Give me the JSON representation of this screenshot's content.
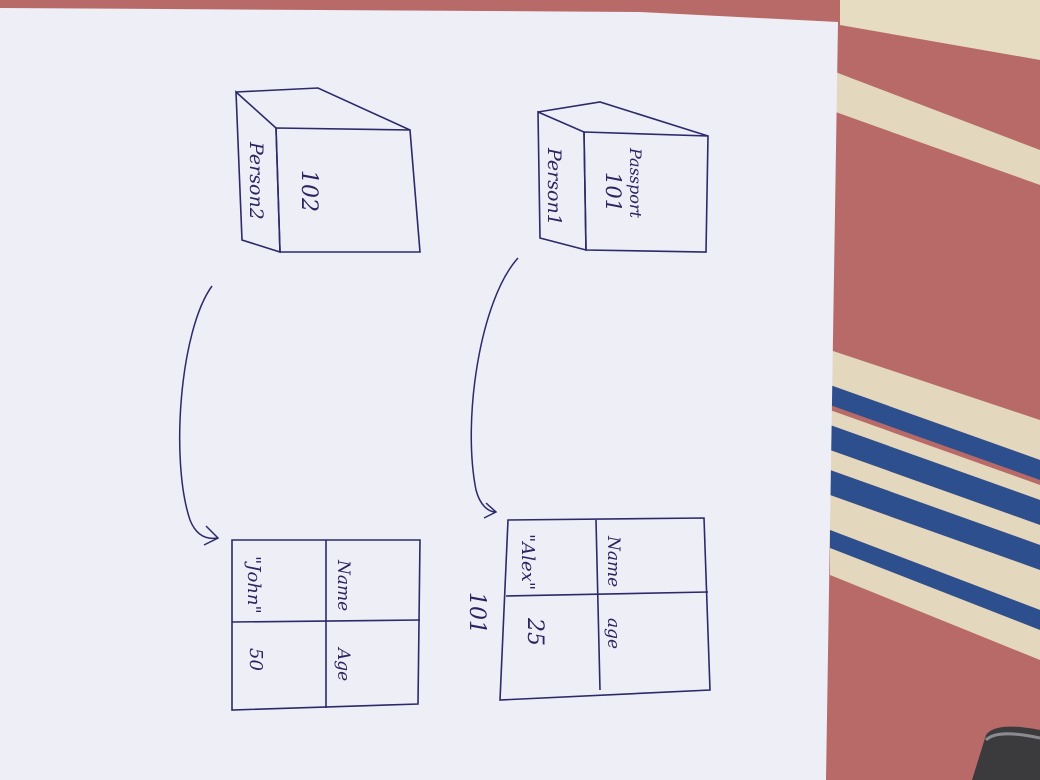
{
  "colors": {
    "ink": "#2b2a6b",
    "paper": "#eeeef6",
    "rug_red": "#b86a68",
    "rug_cream": "#e6dcc2",
    "rug_blue": "#2e4f8e"
  },
  "objects": {
    "left": {
      "class_label": "Person2",
      "id_label": "102"
    },
    "right": {
      "class_label": "Person1",
      "header_label": "Passport",
      "id_label": "101"
    }
  },
  "tables": {
    "left": {
      "header_name": "Name",
      "header_age": "Age",
      "value_name": "\"John\"",
      "value_age": "50"
    },
    "right": {
      "caption": "101",
      "header_name": "Name",
      "header_age": "age",
      "value_name": "\"Alex\"",
      "value_age": "25"
    }
  },
  "arrows": [
    {
      "from": "objects.left",
      "to": "tables.left"
    },
    {
      "from": "objects.right",
      "to": "tables.right"
    }
  ]
}
